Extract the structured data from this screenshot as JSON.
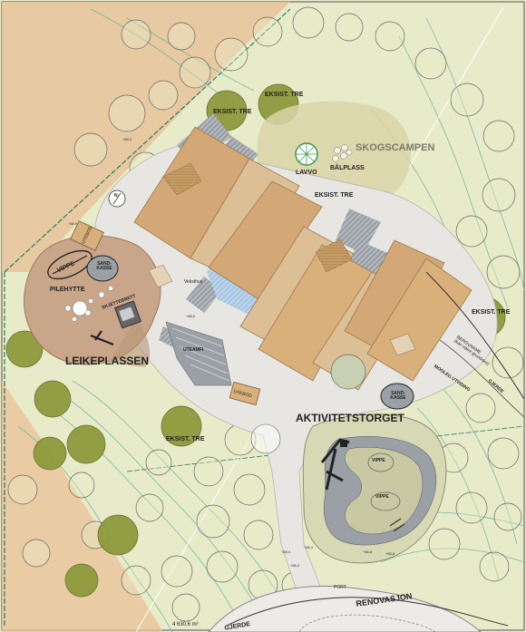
{
  "labels": {
    "eksist_tre_1": "EKSIST. TRE",
    "eksist_tre_2": "EKSIST. TRE",
    "eksist_tre_3": "EKSIST. TRE",
    "eksist_tre_4": "EKSIST. TRE",
    "eksist_tre_5": "EKSIST. TRE",
    "skogscampen": "SKOGSCAMPEN",
    "lavvo": "LAVVO",
    "balplass": "BÅLPLASS",
    "utebod_1": "UTEBOD",
    "utebod_2": "UTEBOD",
    "vippe_1": "VIPPE",
    "vippe_2": "VIPPE",
    "vippe_3": "VIPPE",
    "sandkasse_1": "SAND-\nKASSE",
    "sandkasse_2": "SAND-\nKASSE",
    "pilehytte": "PILEHYTTE",
    "skjettbrett": "SKJETTEBRETT",
    "leikeplassen": "LEIKEPLASSEN",
    "veksthus": "Veksthus",
    "uteamfi": "UTEAMFI",
    "aktivitetstorget": "AKTIVITETSTORGET",
    "renovarme": "BERGVARME\n(kan være grundsko)",
    "mooleg": "MOOLEG UTVIDING",
    "gjerde_1": "GJERDE",
    "gjerde_2": "GJERDE",
    "renovasjon": "RENOVASJON",
    "area": "4 630,6 m²",
    "port": "PORT",
    "north": "N"
  },
  "colors": {
    "background": "#e8ebc9",
    "roof": "#d9b07a",
    "play_area": "#c9a58a",
    "tree_existing": "#8e9a3c",
    "tree_new": "#c8d0b4",
    "paving": "#e7e6e2",
    "contour": "#5fb3a0"
  }
}
